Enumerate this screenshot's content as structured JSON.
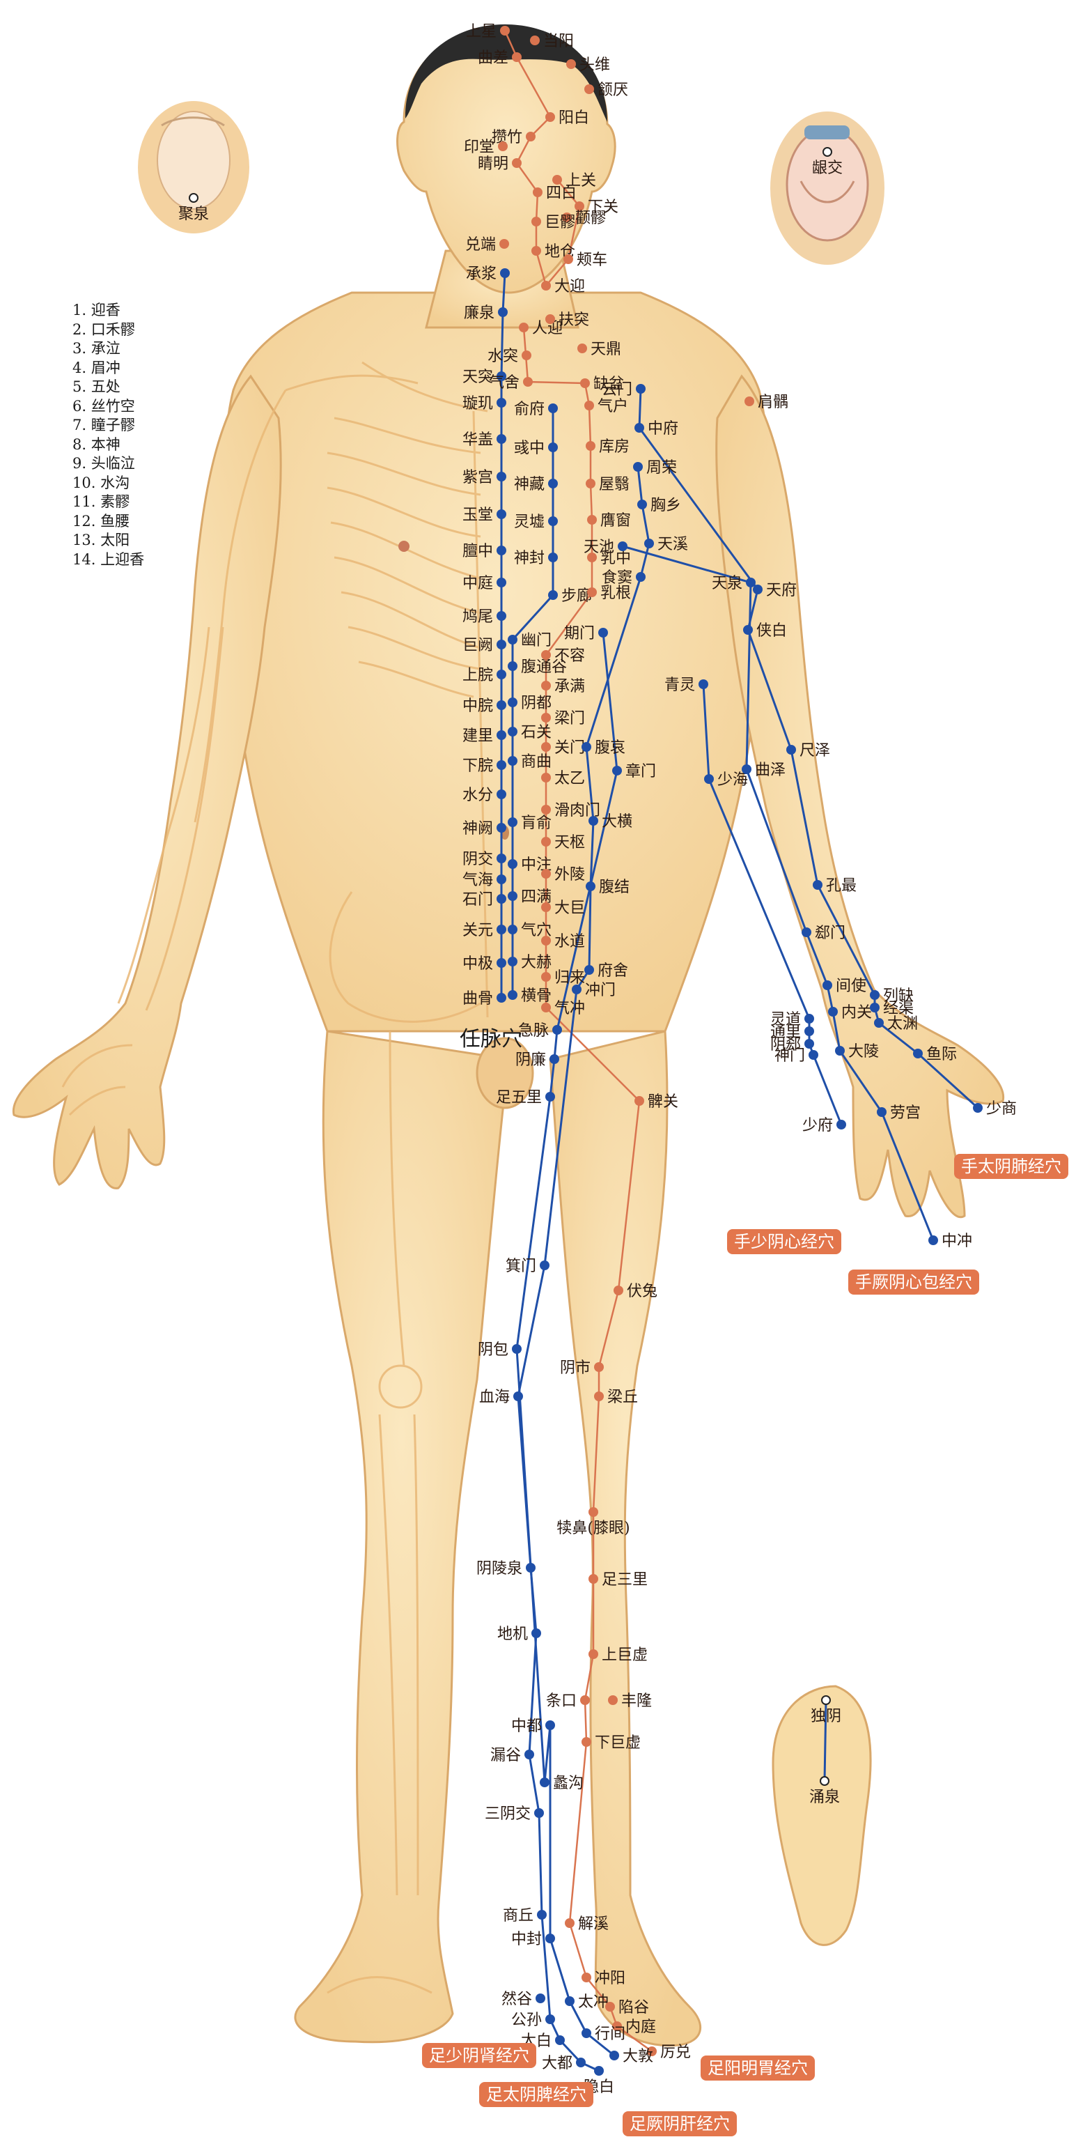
{
  "legend": {
    "items": [
      "1. 迎香",
      "2. 口禾髎",
      "3. 承泣",
      "4. 眉冲",
      "5. 五处",
      "6. 丝竹空",
      "7. 瞳子髎",
      "8. 本神",
      "9. 头临泣",
      "10. 水沟",
      "11. 素髎",
      "12. 鱼腰",
      "13. 太阳",
      "14. 上迎香"
    ]
  },
  "center_label": "任脉穴",
  "meridian_tags": {
    "lung": "手太阴肺经穴",
    "heart": "手少阴心经穴",
    "pericardium": "手厥阴心包经穴",
    "kidney": "足少阴肾经穴",
    "stomach": "足阳明胃经穴",
    "spleen": "足太阴脾经穴",
    "liver": "足厥阴肝经穴"
  },
  "colors": {
    "skin": "#f7dca6",
    "skin_edge": "#e0b27a",
    "bone": "#e9b877",
    "hair": "#2b2b2b",
    "blue_meridian": "#1f4fa8",
    "orange_meridian": "#d9744f",
    "tag_background": "#e3764c",
    "label_text": "#2a1a12"
  },
  "points": {
    "head": [
      {
        "id": "shangxing",
        "label": "上星",
        "color": "orange"
      },
      {
        "id": "dangyang",
        "label": "当阳",
        "color": "orange"
      },
      {
        "id": "qucha",
        "label": "曲差",
        "color": "orange"
      },
      {
        "id": "touwei",
        "label": "头维",
        "color": "orange"
      },
      {
        "id": "hanyan",
        "label": "颔厌",
        "color": "orange"
      },
      {
        "id": "yangbai",
        "label": "阳白",
        "color": "orange"
      },
      {
        "id": "cuanzhu",
        "label": "攒竹",
        "color": "orange"
      },
      {
        "id": "yintang",
        "label": "印堂",
        "color": "orange"
      },
      {
        "id": "jingming",
        "label": "睛明",
        "color": "orange"
      },
      {
        "id": "shangguan",
        "label": "上关",
        "color": "orange"
      },
      {
        "id": "sibai",
        "label": "四白",
        "color": "orange"
      },
      {
        "id": "xiaguan",
        "label": "下关",
        "color": "orange"
      },
      {
        "id": "quanliao",
        "label": "颧髎",
        "color": "orange"
      },
      {
        "id": "juliao",
        "label": "巨髎",
        "color": "orange"
      },
      {
        "id": "duiduan",
        "label": "兑端",
        "color": "orange"
      },
      {
        "id": "dicang",
        "label": "地仓",
        "color": "orange"
      },
      {
        "id": "jiache",
        "label": "颊车",
        "color": "orange"
      },
      {
        "id": "chengjiang",
        "label": "承浆",
        "color": "blue"
      },
      {
        "id": "daying",
        "label": "大迎",
        "color": "orange"
      },
      {
        "id": "juquan",
        "label": "聚泉",
        "color": "none"
      },
      {
        "id": "yinjiao",
        "label": "龈交",
        "color": "none"
      }
    ],
    "ren": [
      {
        "id": "lianquan",
        "label": "廉泉"
      },
      {
        "id": "tiantu",
        "label": "天突"
      },
      {
        "id": "xuanji",
        "label": "璇玑"
      },
      {
        "id": "huagai",
        "label": "华盖"
      },
      {
        "id": "zigong",
        "label": "紫宫"
      },
      {
        "id": "yutang",
        "label": "玉堂"
      },
      {
        "id": "danzhong",
        "label": "膻中"
      },
      {
        "id": "zhongting",
        "label": "中庭"
      },
      {
        "id": "jiuwei",
        "label": "鸠尾"
      },
      {
        "id": "juque",
        "label": "巨阙"
      },
      {
        "id": "shangwan",
        "label": "上脘"
      },
      {
        "id": "zhongwan",
        "label": "中脘"
      },
      {
        "id": "jianli",
        "label": "建里"
      },
      {
        "id": "xiawan",
        "label": "下脘"
      },
      {
        "id": "shuifen",
        "label": "水分"
      },
      {
        "id": "shenque",
        "label": "神阙"
      },
      {
        "id": "yinjiao2",
        "label": "阴交"
      },
      {
        "id": "qihai",
        "label": "气海"
      },
      {
        "id": "shimen",
        "label": "石门"
      },
      {
        "id": "guanyuan",
        "label": "关元"
      },
      {
        "id": "zhongji",
        "label": "中极"
      },
      {
        "id": "qugu",
        "label": "曲骨"
      }
    ],
    "kidney": [
      {
        "id": "shufu",
        "label": "俞府"
      },
      {
        "id": "yuzhong",
        "label": "彧中"
      },
      {
        "id": "shencang",
        "label": "神藏"
      },
      {
        "id": "lingxu",
        "label": "灵墟"
      },
      {
        "id": "shenfeng",
        "label": "神封"
      },
      {
        "id": "bulang",
        "label": "步廊"
      },
      {
        "id": "youmen",
        "label": "幽门"
      },
      {
        "id": "futonggu",
        "label": "腹通谷"
      },
      {
        "id": "yindu",
        "label": "阴都"
      },
      {
        "id": "shiguan",
        "label": "石关"
      },
      {
        "id": "shangqu",
        "label": "商曲"
      },
      {
        "id": "huangshu",
        "label": "肓俞"
      },
      {
        "id": "zhongzhu",
        "label": "中注"
      },
      {
        "id": "siman",
        "label": "四满"
      },
      {
        "id": "qixue",
        "label": "气穴"
      },
      {
        "id": "dahe",
        "label": "大赫"
      },
      {
        "id": "henggu",
        "label": "横骨"
      }
    ],
    "stomach_trunk": [
      {
        "id": "renying",
        "label": "人迎"
      },
      {
        "id": "futu",
        "label": "扶突"
      },
      {
        "id": "shuitu",
        "label": "水突"
      },
      {
        "id": "tianding",
        "label": "天鼎"
      },
      {
        "id": "qishe",
        "label": "气舍"
      },
      {
        "id": "quepen",
        "label": "缺盆"
      },
      {
        "id": "qihu",
        "label": "气户"
      },
      {
        "id": "kufang",
        "label": "库房"
      },
      {
        "id": "wuyi",
        "label": "屋翳"
      },
      {
        "id": "yingchuang",
        "label": "膺窗"
      },
      {
        "id": "ruzhong",
        "label": "乳中"
      },
      {
        "id": "rugen",
        "label": "乳根"
      },
      {
        "id": "burong",
        "label": "不容"
      },
      {
        "id": "chengman",
        "label": "承满"
      },
      {
        "id": "liangmen",
        "label": "梁门"
      },
      {
        "id": "guanmen",
        "label": "关门"
      },
      {
        "id": "taiyi",
        "label": "太乙"
      },
      {
        "id": "huaroumen",
        "label": "滑肉门"
      },
      {
        "id": "tianshu",
        "label": "天枢"
      },
      {
        "id": "wailing",
        "label": "外陵"
      },
      {
        "id": "daju",
        "label": "大巨"
      },
      {
        "id": "shuidao",
        "label": "水道"
      },
      {
        "id": "guilai",
        "label": "归来"
      },
      {
        "id": "qichong",
        "label": "气冲"
      }
    ],
    "spleen_liver_trunk": [
      {
        "id": "yunmen",
        "label": "云门"
      },
      {
        "id": "zhongfu",
        "label": "中府"
      },
      {
        "id": "zhourong",
        "label": "周荣"
      },
      {
        "id": "xiongxiang",
        "label": "胸乡"
      },
      {
        "id": "tianchi",
        "label": "天池"
      },
      {
        "id": "tianxi",
        "label": "天溪"
      },
      {
        "id": "shidou",
        "label": "食窦"
      },
      {
        "id": "qimen",
        "label": "期门"
      },
      {
        "id": "fuai",
        "label": "腹哀"
      },
      {
        "id": "zhangmen",
        "label": "章门"
      },
      {
        "id": "daheng",
        "label": "大横"
      },
      {
        "id": "fujie",
        "label": "腹结"
      },
      {
        "id": "fushe",
        "label": "府舍"
      },
      {
        "id": "chongmen",
        "label": "冲门"
      },
      {
        "id": "jimai",
        "label": "急脉"
      },
      {
        "id": "yinlian",
        "label": "阴廉"
      },
      {
        "id": "zuwuli",
        "label": "足五里"
      },
      {
        "id": "jianyu",
        "label": "肩髃"
      },
      {
        "id": "biguan",
        "label": "髀关"
      }
    ],
    "arm": [
      {
        "id": "tianquan",
        "label": "天泉"
      },
      {
        "id": "tianfu",
        "label": "天府"
      },
      {
        "id": "xiabai",
        "label": "侠白"
      },
      {
        "id": "qingling",
        "label": "青灵"
      },
      {
        "id": "chize",
        "label": "尺泽"
      },
      {
        "id": "shaohai",
        "label": "少海"
      },
      {
        "id": "quze",
        "label": "曲泽"
      },
      {
        "id": "kongzui",
        "label": "孔最"
      },
      {
        "id": "ximen",
        "label": "郄门"
      },
      {
        "id": "jianshi",
        "label": "间使"
      },
      {
        "id": "lieque",
        "label": "列缺"
      },
      {
        "id": "neiguan",
        "label": "内关"
      },
      {
        "id": "jingqu",
        "label": "经渠"
      },
      {
        "id": "lingdao",
        "label": "灵道"
      },
      {
        "id": "tongli",
        "label": "通里"
      },
      {
        "id": "taiyuan",
        "label": "太渊"
      },
      {
        "id": "yinxi",
        "label": "阴郄"
      },
      {
        "id": "shenmen",
        "label": "神门"
      },
      {
        "id": "daling",
        "label": "大陵"
      },
      {
        "id": "yuji",
        "label": "鱼际"
      },
      {
        "id": "shaofu",
        "label": "少府"
      },
      {
        "id": "laogong",
        "label": "劳宫"
      },
      {
        "id": "shaoshang",
        "label": "少商"
      },
      {
        "id": "zhongchong",
        "label": "中冲"
      }
    ],
    "leg": [
      {
        "id": "jimen",
        "label": "箕门"
      },
      {
        "id": "futu2",
        "label": "伏兔"
      },
      {
        "id": "yinbao",
        "label": "阴包"
      },
      {
        "id": "yinshi",
        "label": "阴市"
      },
      {
        "id": "xuehai",
        "label": "血海"
      },
      {
        "id": "liangqiu",
        "label": "梁丘"
      },
      {
        "id": "dubi",
        "label": "犊鼻(膝眼)"
      },
      {
        "id": "yinlingquan",
        "label": "阴陵泉"
      },
      {
        "id": "zusanli",
        "label": "足三里"
      },
      {
        "id": "diji",
        "label": "地机"
      },
      {
        "id": "shangjuxu",
        "label": "上巨虚"
      },
      {
        "id": "tiaokou",
        "label": "条口"
      },
      {
        "id": "fenglong",
        "label": "丰隆"
      },
      {
        "id": "zhongdu",
        "label": "中都"
      },
      {
        "id": "xiajuxu",
        "label": "下巨虚"
      },
      {
        "id": "lougu",
        "label": "漏谷"
      },
      {
        "id": "ligou",
        "label": "蠡沟"
      },
      {
        "id": "sanyinjiao",
        "label": "三阴交"
      },
      {
        "id": "shangqiu",
        "label": "商丘"
      },
      {
        "id": "jiexi",
        "label": "解溪"
      },
      {
        "id": "zhongfeng",
        "label": "中封"
      },
      {
        "id": "chongyang",
        "label": "冲阳"
      },
      {
        "id": "rangu",
        "label": "然谷"
      },
      {
        "id": "taichong",
        "label": "太冲"
      },
      {
        "id": "xiangu",
        "label": "陷谷"
      },
      {
        "id": "gongsun",
        "label": "公孙"
      },
      {
        "id": "neiting",
        "label": "内庭"
      },
      {
        "id": "taibai",
        "label": "太白"
      },
      {
        "id": "xingjian",
        "label": "行间"
      },
      {
        "id": "lidui",
        "label": "厉兑"
      },
      {
        "id": "dadu",
        "label": "大都"
      },
      {
        "id": "dadun",
        "label": "大敦"
      },
      {
        "id": "yinbai",
        "label": "隐白"
      }
    ],
    "sole": [
      {
        "id": "duyin",
        "label": "独阴"
      },
      {
        "id": "yongquan",
        "label": "涌泉"
      }
    ]
  }
}
